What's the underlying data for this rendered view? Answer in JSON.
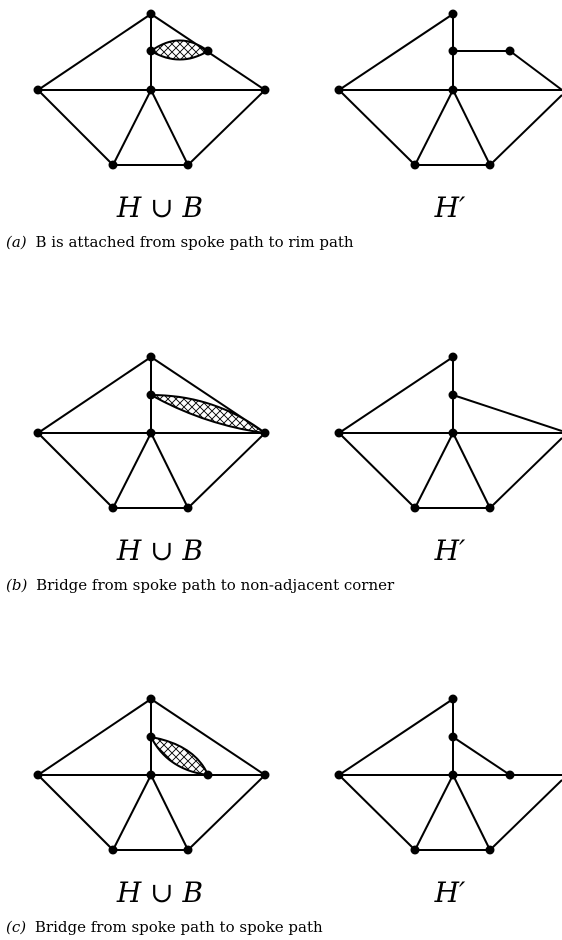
{
  "panels": [
    {
      "id": "a",
      "left_label": "H ∪ B",
      "right_label": "H′",
      "caption_tag": "(a)",
      "caption_text": "B is attached from spoke path to rim path"
    },
    {
      "id": "b",
      "left_label": "H ∪ B",
      "right_label": "H′",
      "caption_tag": "(b)",
      "caption_text": "Bridge from spoke path to non-adjacent corner"
    },
    {
      "id": "c",
      "left_label": "H ∪ B",
      "right_label": "H′",
      "caption_tag": "(c)",
      "caption_text": "Bridge from spoke path to spoke path"
    }
  ]
}
